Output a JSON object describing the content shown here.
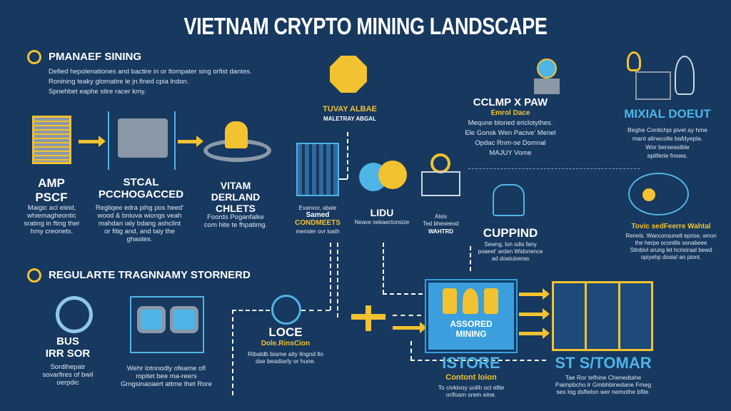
{
  "title": "VIETNAM CRYPTO MINING LANDSCAPE",
  "section1": {
    "heading": "PMANAEF SINING",
    "desc": [
      "Defied hepolenationes and bactire in or ltompater sing orfist dantes.",
      "Ronining teaky glomatire le jn.fined cpia lndon.",
      "Spnehbet eaphe sitre racer kmy."
    ]
  },
  "flow": [
    {
      "title": "AMP\nPSCF",
      "desc": "Maigic acl eleid, whiemagheontic srating in fting ther hmy creonets."
    },
    {
      "title": "STCAL\nPCCHOGACCED",
      "desc": "Regliqee edra pihg pos heed' wood & bniuva wiongs veah mahdan ialy bdang ashclint or fitig and, and taiy the ghastes."
    },
    {
      "title": "VITAM\nDERLAND\nCHLETS",
      "desc": "Foords Poganfalke com hite te fhpatimg."
    }
  ],
  "tuvay": {
    "title": "TUVAY ALBAE",
    "sub": "MALETRAY ABGAL"
  },
  "buildings": {
    "line1": "Evanvor, abale",
    "line2": "Samed",
    "title": "CONDMEETS",
    "desc": "mensler ovr loath"
  },
  "lidu": {
    "title": "LIDU",
    "sub": "Neave nekaectonsize"
  },
  "alss": {
    "line1": "Alsis",
    "line2": "Ted bhexeeod",
    "line3": "WAHTRD"
  },
  "cclmp": {
    "title": "CCLMP X PAW",
    "sub": "Emrol Dace",
    "desc": [
      "Mequne bloned ericlotythes.",
      "Ele Gonsk Wen Pacive' Menel",
      "Opdac Rnm-se Domnal",
      "MAJUY Vome"
    ]
  },
  "mixial": {
    "title": "MIXIAL DOEUT",
    "desc": [
      "Beghe Conlichpi pivel ay hme",
      "mant alinecolle bafdyepla.",
      "Wor berseasible",
      "apliferie fnows."
    ]
  },
  "cuppind": {
    "title": "CUPPIND",
    "desc": [
      "Sewng, lon sdis fany",
      "poaeet' arden Widonence",
      "ad doatuiseras"
    ]
  },
  "tovic": {
    "title": "Tovic sedFeerre Wahtal",
    "desc": [
      "Renels. Wanconsunelt eprise, wnon",
      "the herpe oconitle sonabeee",
      "Stinbivl arung let hcrisiraal bewd",
      "opiyehp dosia! an piont."
    ]
  },
  "section2": {
    "heading": "REGULARTE TRAGNNAMY STORNERD"
  },
  "bus": {
    "title": "BUS\nIRR SOR",
    "desc": "Sordlhepatr sovarfires of bwil oerpdic"
  },
  "monitors": {
    "desc": "Wehr lotnnodly ofeame ofl ropitet bee ma-reers Gmgsinaoaert attme thet Rore"
  },
  "loce": {
    "title": "LOCE",
    "sub": "Dole.RinsCion",
    "desc": "Ribaldb biame aity lingnd llo dse beadiarly or hune."
  },
  "center": {
    "label": "ASSORED\nMINING"
  },
  "istore": {
    "title": "ISTORE",
    "sub": "Contont loion",
    "desc": "To civkivoy uolih ocl ellte orifoam srem eine."
  },
  "stomar": {
    "title": "ST S/TOMAR",
    "desc": "Tae Ror tefhine Chenedtahe Paimpbcho lr Gmbhbinedane Fmeg sex log dsftelon wer nemothe bfile."
  },
  "colors": {
    "bg": "#17385f",
    "accent": "#f2c230",
    "cyan": "#4fb4e6",
    "box": "#3a9fdc"
  }
}
